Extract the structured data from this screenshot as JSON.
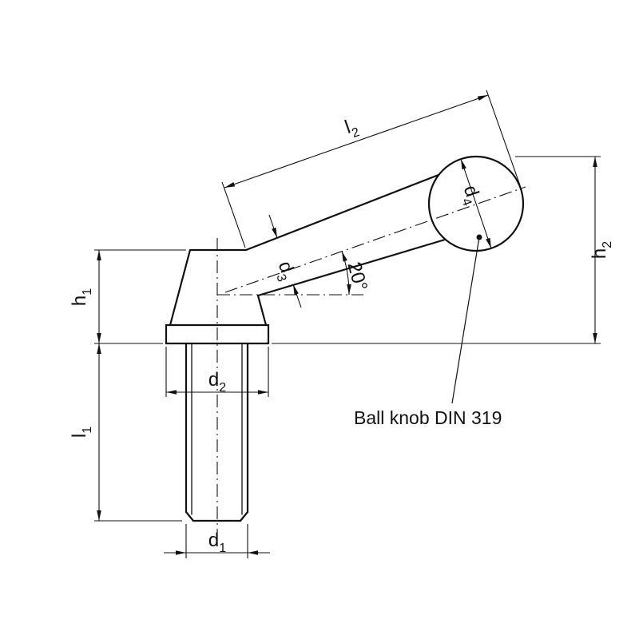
{
  "drawing": {
    "labels": {
      "l2": {
        "base": "l",
        "sub": "2"
      },
      "d4": {
        "base": "d",
        "sub": "4"
      },
      "h2": {
        "base": "h",
        "sub": "2"
      },
      "h1": {
        "base": "h",
        "sub": "1"
      },
      "d3": {
        "base": "d",
        "sub": "3"
      },
      "d2": {
        "base": "d",
        "sub": "2"
      },
      "d1": {
        "base": "d",
        "sub": "1"
      },
      "l1": {
        "base": "l",
        "sub": "1"
      },
      "angle": "20°"
    },
    "note": "Ball knob DIN 319",
    "colors": {
      "ink": "#111111",
      "background": "#ffffff"
    }
  }
}
